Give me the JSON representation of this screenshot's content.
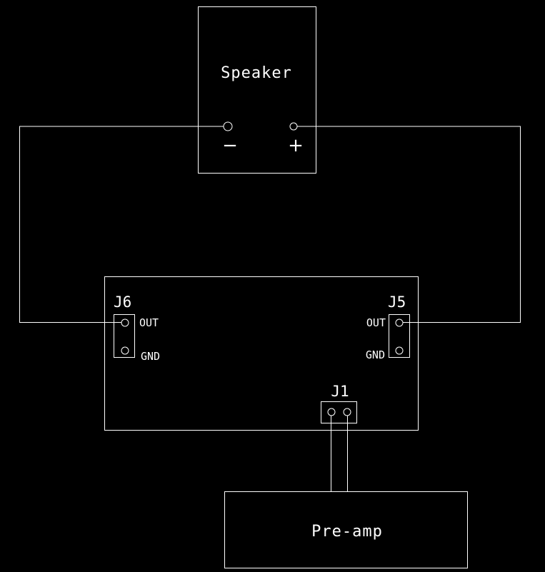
{
  "speaker": {
    "label": "Speaker",
    "minus": "−",
    "plus": "+"
  },
  "amp_board": {
    "j6": {
      "label": "J6",
      "out": "OUT",
      "gnd": "GND"
    },
    "j5": {
      "label": "J5",
      "out": "OUT",
      "gnd": "GND"
    },
    "j1": {
      "label": "J1"
    }
  },
  "preamp": {
    "label": "Pre-amp"
  },
  "colors": {
    "background": "#000000",
    "stroke": "#ffffff"
  }
}
